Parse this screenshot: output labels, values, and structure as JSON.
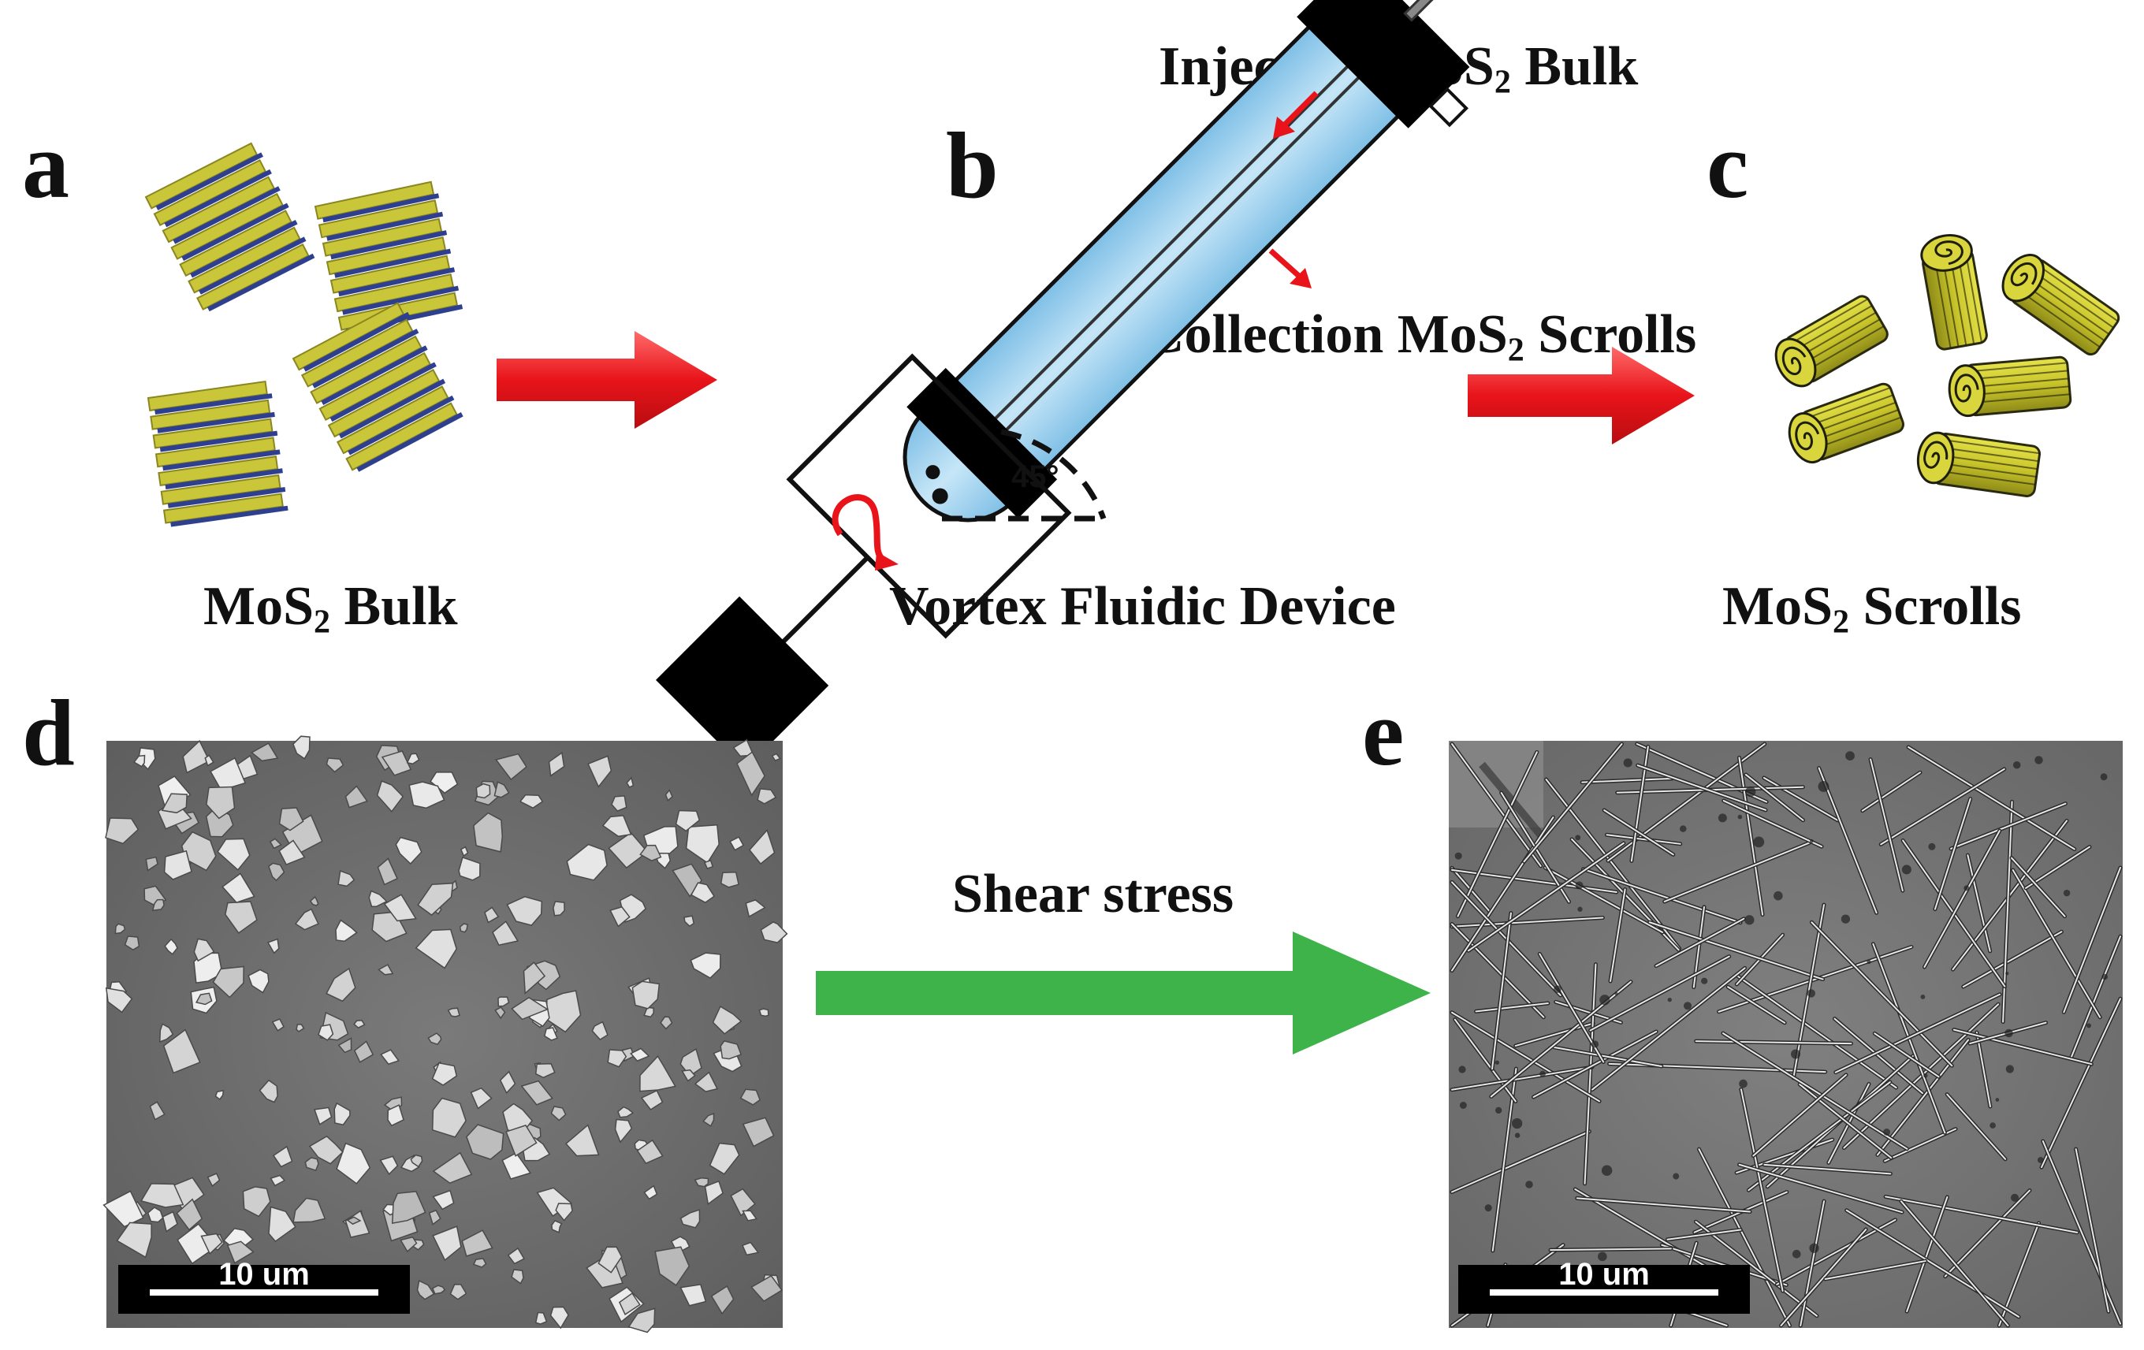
{
  "panels": {
    "a": {
      "letter": "a",
      "caption_main": "MoS",
      "caption_sub": "2",
      "caption_tail": " Bulk"
    },
    "b": {
      "letter": "b",
      "injection_main": "Injection MoS",
      "injection_sub": "2",
      "injection_tail": " Bulk",
      "collection_main": "Collection MoS",
      "collection_sub": "2",
      "collection_tail": " Scrolls",
      "angle_label": "45°",
      "device_caption": "Vortex Fluidic Device"
    },
    "c": {
      "letter": "c",
      "caption_main": "MoS",
      "caption_sub": "2",
      "caption_tail": " Scrolls"
    },
    "d": {
      "letter": "d",
      "scale_bar": "10 um"
    },
    "e": {
      "letter": "e",
      "scale_bar": "10 um"
    }
  },
  "process_label": "Shear stress",
  "colors": {
    "arrow_red": "#e8141a",
    "arrow_green": "#3db34a",
    "tube_fill": "#a9d6ef",
    "flake_yellow": "#c9c63a",
    "flake_blue": "#2e3f8f",
    "sem_background": "#6f6f6f"
  }
}
